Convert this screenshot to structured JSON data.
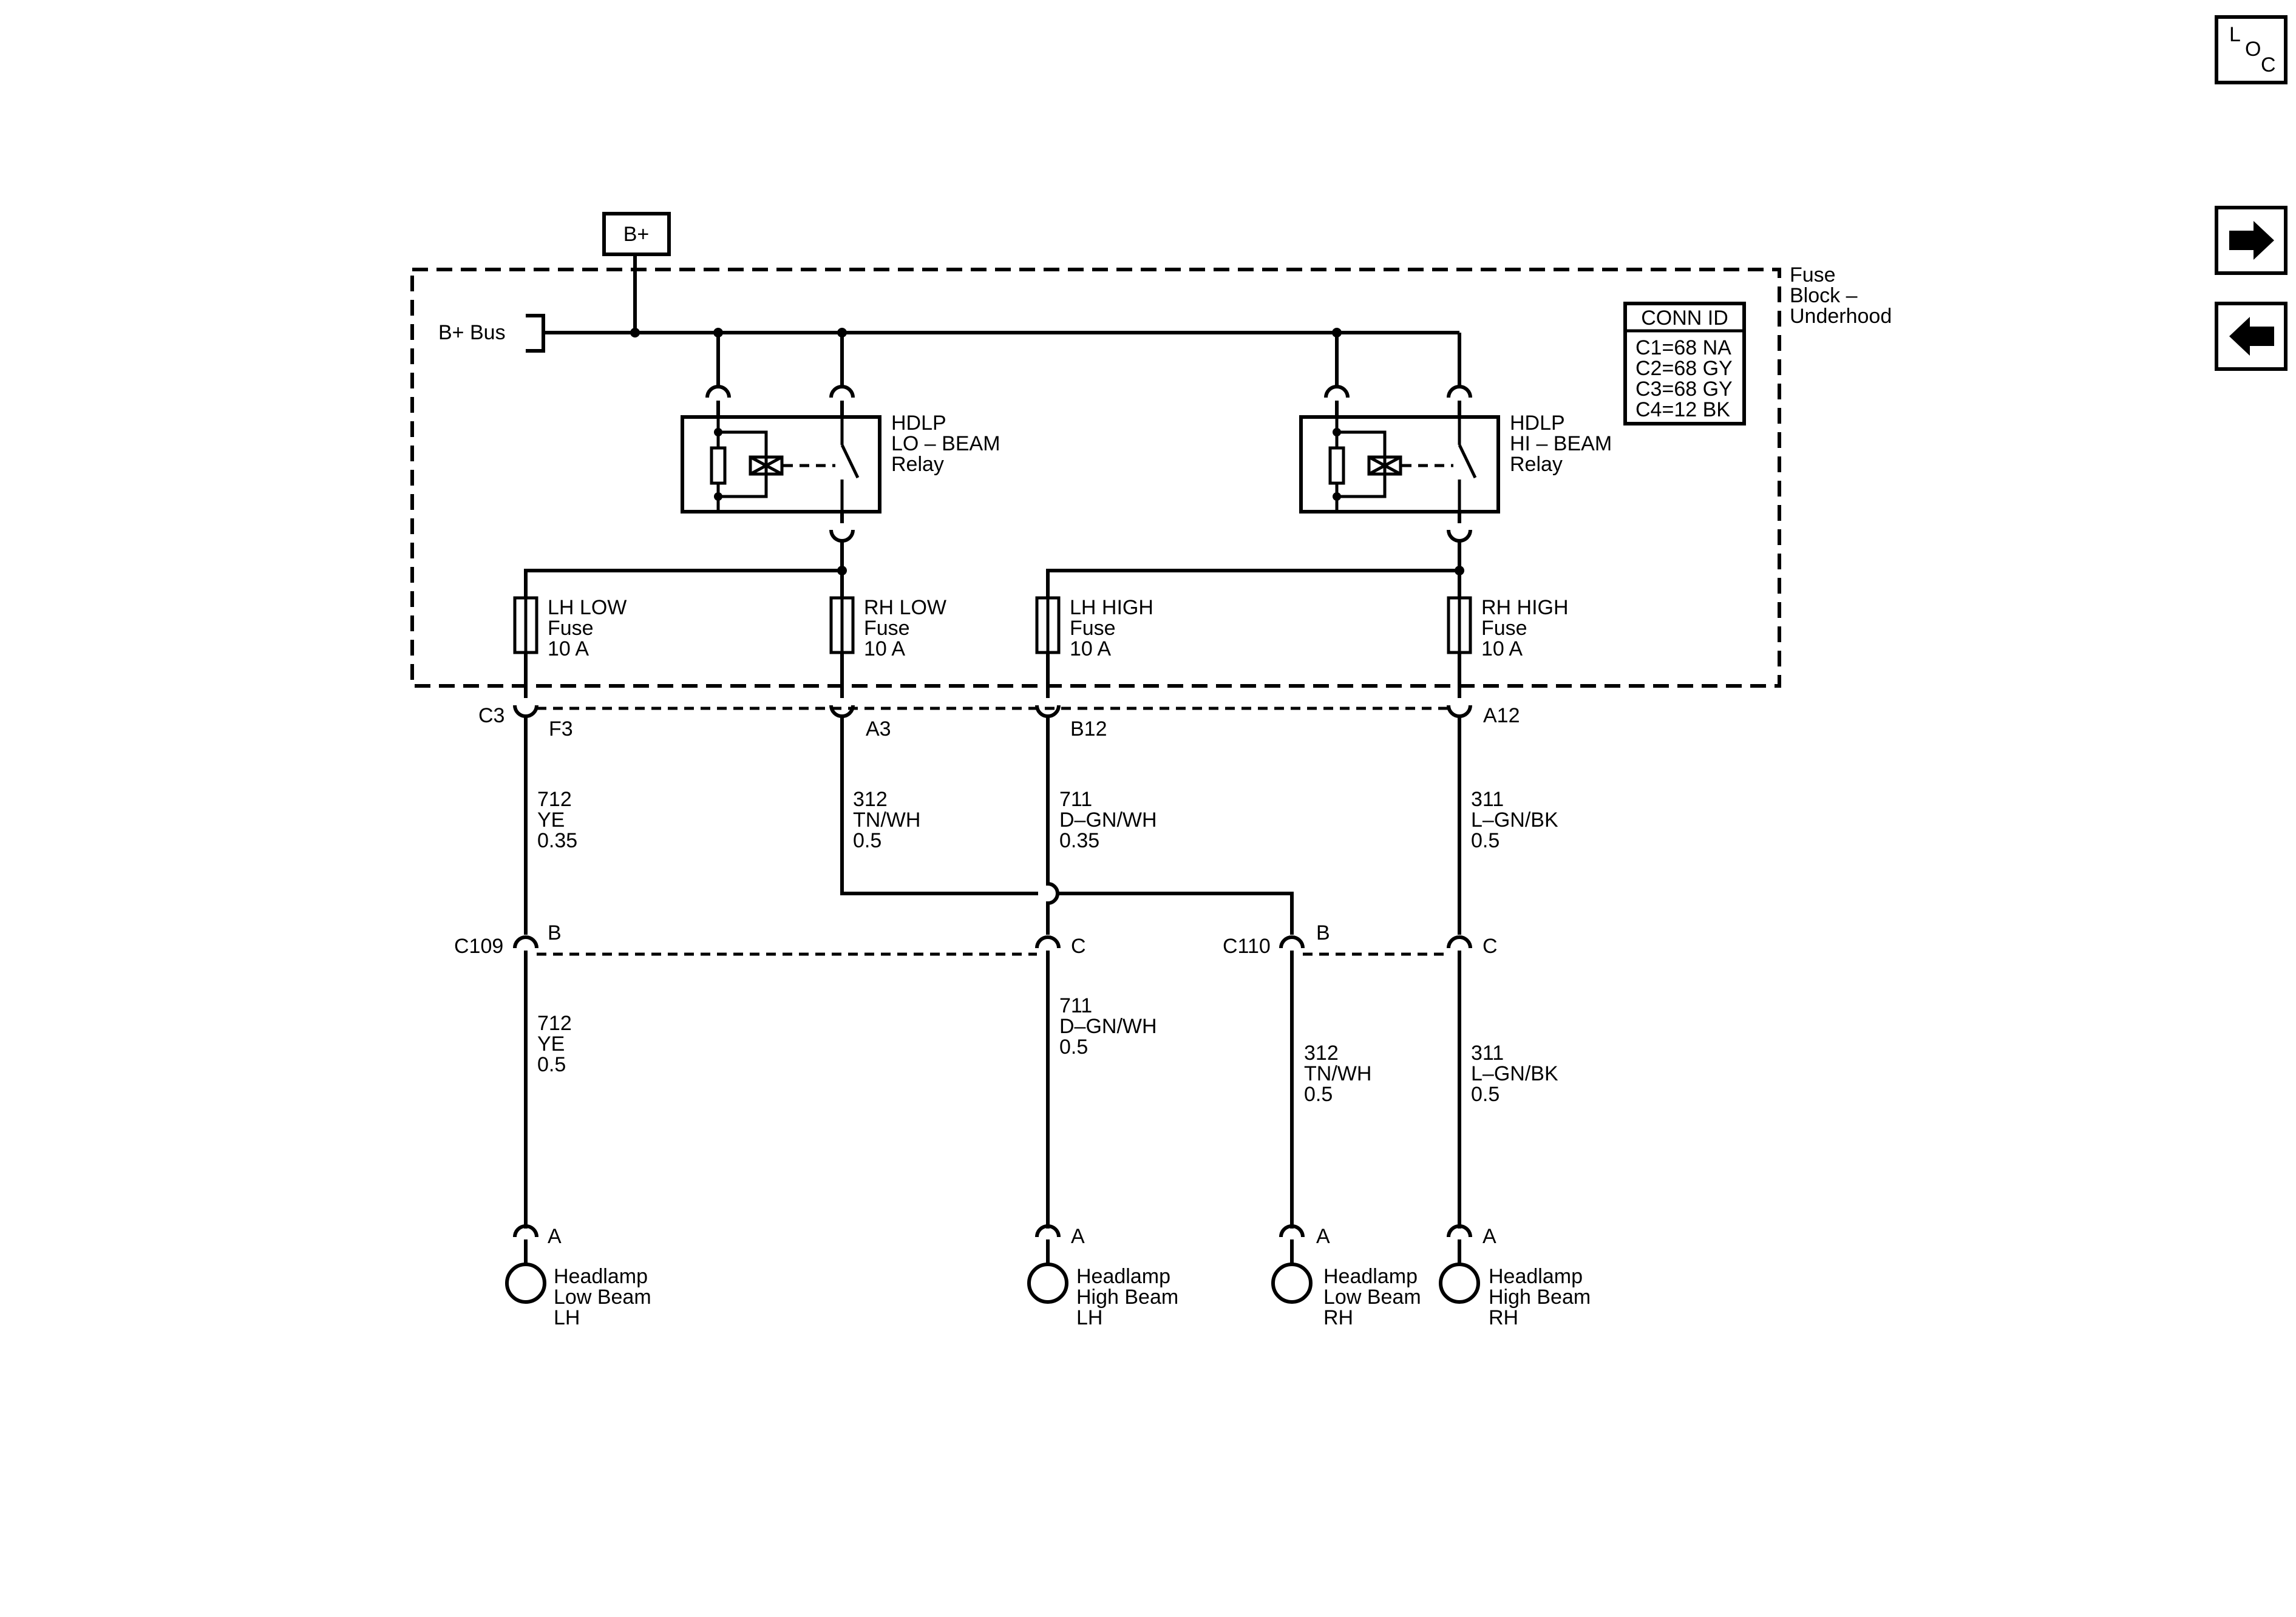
{
  "nav": {
    "loc_letters": [
      "L",
      "O",
      "C"
    ],
    "next_icon": "arrow-right-icon",
    "prev_icon": "arrow-left-icon"
  },
  "power": {
    "label": "B+"
  },
  "fuse_block": {
    "bus_label": "B+ Bus",
    "name_lines": [
      "Fuse",
      "Block –",
      "Underhood"
    ]
  },
  "conn_id": {
    "title": "CONN ID",
    "lines": [
      "C1=68 NA",
      "C2=68 GY",
      "C3=68 GY",
      "C4=12 BK"
    ]
  },
  "relays": [
    {
      "lines": [
        "HDLP",
        "LO – BEAM",
        "Relay"
      ]
    },
    {
      "lines": [
        "HDLP",
        "HI – BEAM",
        "Relay"
      ]
    }
  ],
  "fuses": [
    {
      "lines": [
        "LH LOW",
        "Fuse",
        "10 A"
      ]
    },
    {
      "lines": [
        "RH LOW",
        "Fuse",
        "10 A"
      ]
    },
    {
      "lines": [
        "LH HIGH",
        "Fuse",
        "10 A"
      ]
    },
    {
      "lines": [
        "RH HIGH",
        "Fuse",
        "10 A"
      ]
    }
  ],
  "connectors": {
    "c3": {
      "name": "C3",
      "pins": [
        "F3",
        "A3",
        "B12",
        "A12"
      ]
    },
    "c109": {
      "name": "C109",
      "pins": [
        "B",
        "C"
      ]
    },
    "c110": {
      "name": "C110",
      "pins": [
        "B",
        "C"
      ]
    }
  },
  "wires_upper": [
    {
      "lines": [
        "712",
        "YE",
        "0.35"
      ]
    },
    {
      "lines": [
        "312",
        "TN/WH",
        "0.5"
      ]
    },
    {
      "lines": [
        "711",
        "D–GN/WH",
        "0.35"
      ]
    },
    {
      "lines": [
        "311",
        "L–GN/BK",
        "0.5"
      ]
    }
  ],
  "wires_lower": [
    {
      "lines": [
        "712",
        "YE",
        "0.5"
      ]
    },
    {
      "lines": [
        "711",
        "D–GN/WH",
        "0.5"
      ]
    },
    {
      "lines": [
        "312",
        "TN/WH",
        "0.5"
      ]
    },
    {
      "lines": [
        "311",
        "L–GN/BK",
        "0.5"
      ]
    }
  ],
  "headlamps": [
    {
      "pin": "A",
      "lines": [
        "Headlamp",
        "Low Beam",
        "LH"
      ]
    },
    {
      "pin": "A",
      "lines": [
        "Headlamp",
        "High Beam",
        "LH"
      ]
    },
    {
      "pin": "A",
      "lines": [
        "Headlamp",
        "Low Beam",
        "RH"
      ]
    },
    {
      "pin": "A",
      "lines": [
        "Headlamp",
        "High Beam",
        "RH"
      ]
    }
  ]
}
